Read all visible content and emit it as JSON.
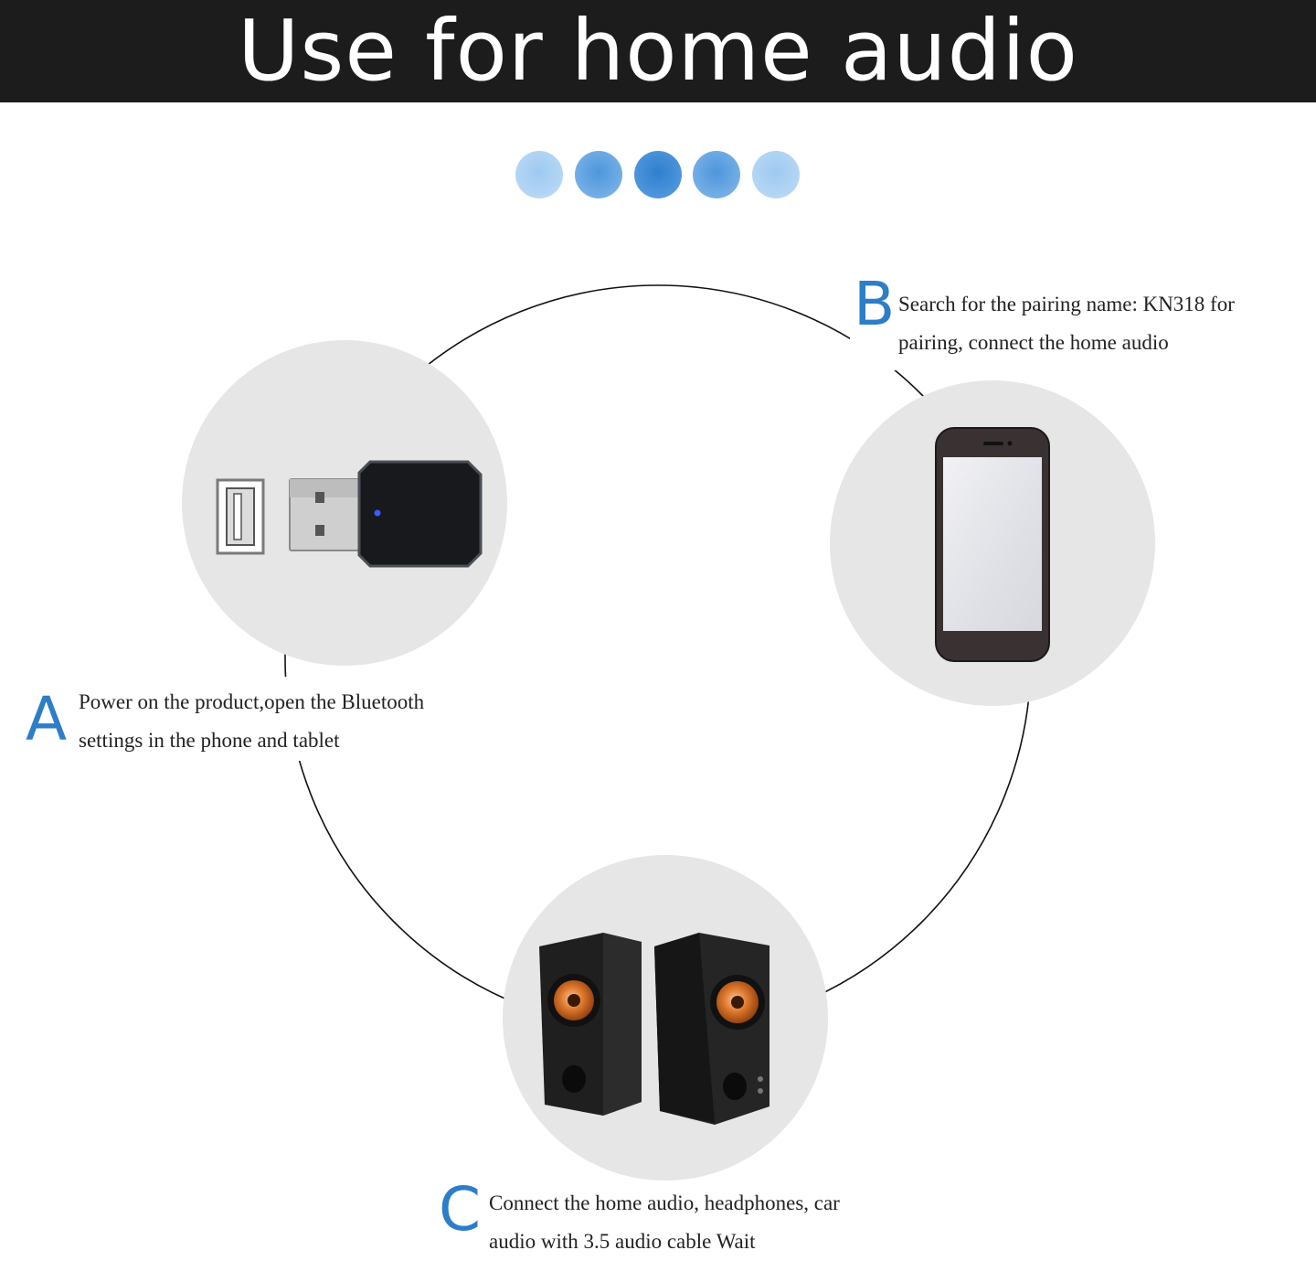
{
  "banner": {
    "title": "Use for home audio"
  },
  "progress_dots": {
    "count": 5,
    "active_index": 2,
    "color": "#3b8ad4"
  },
  "steps": [
    {
      "letter": "A",
      "lines": [
        "Power on the product,open the Bluetooth",
        "settings in the phone and tablet"
      ]
    },
    {
      "letter": "B",
      "lines": [
        "Search for the pairing name: KN318  for",
        "pairing, connect the home audio"
      ]
    },
    {
      "letter": "C",
      "lines": [
        "Connect the home audio, headphones, car",
        "audio with 3.5 audio cable Wait"
      ]
    }
  ],
  "illustrations": [
    {
      "name": "usb-bluetooth-adapter",
      "icon": "usb-dongle-icon"
    },
    {
      "name": "smartphone",
      "icon": "phone-icon"
    },
    {
      "name": "speakers",
      "icon": "speaker-icon"
    }
  ],
  "colors": {
    "accent": "#2e7dc7",
    "circle_bg": "#e6e6e6",
    "banner_bg": "#1c1c1c"
  }
}
